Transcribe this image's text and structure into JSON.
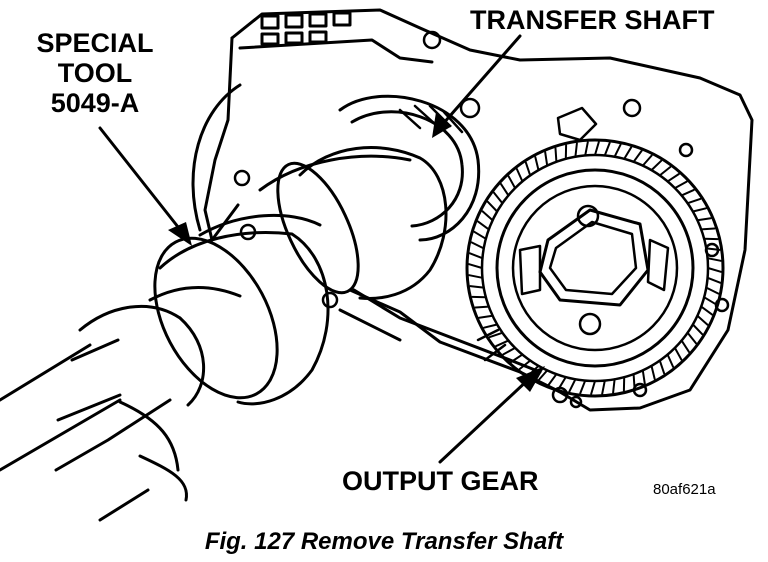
{
  "labels": {
    "tool_line1": "SPECIAL",
    "tool_line2": "TOOL",
    "tool_line3": "5049-A",
    "transfer_shaft": "TRANSFER SHAFT",
    "output_gear": "OUTPUT GEAR",
    "figure_code": "80af621a"
  },
  "caption": "Fig. 127 Remove Transfer Shaft",
  "colors": {
    "ink": "#000000",
    "paper": "#ffffff"
  }
}
